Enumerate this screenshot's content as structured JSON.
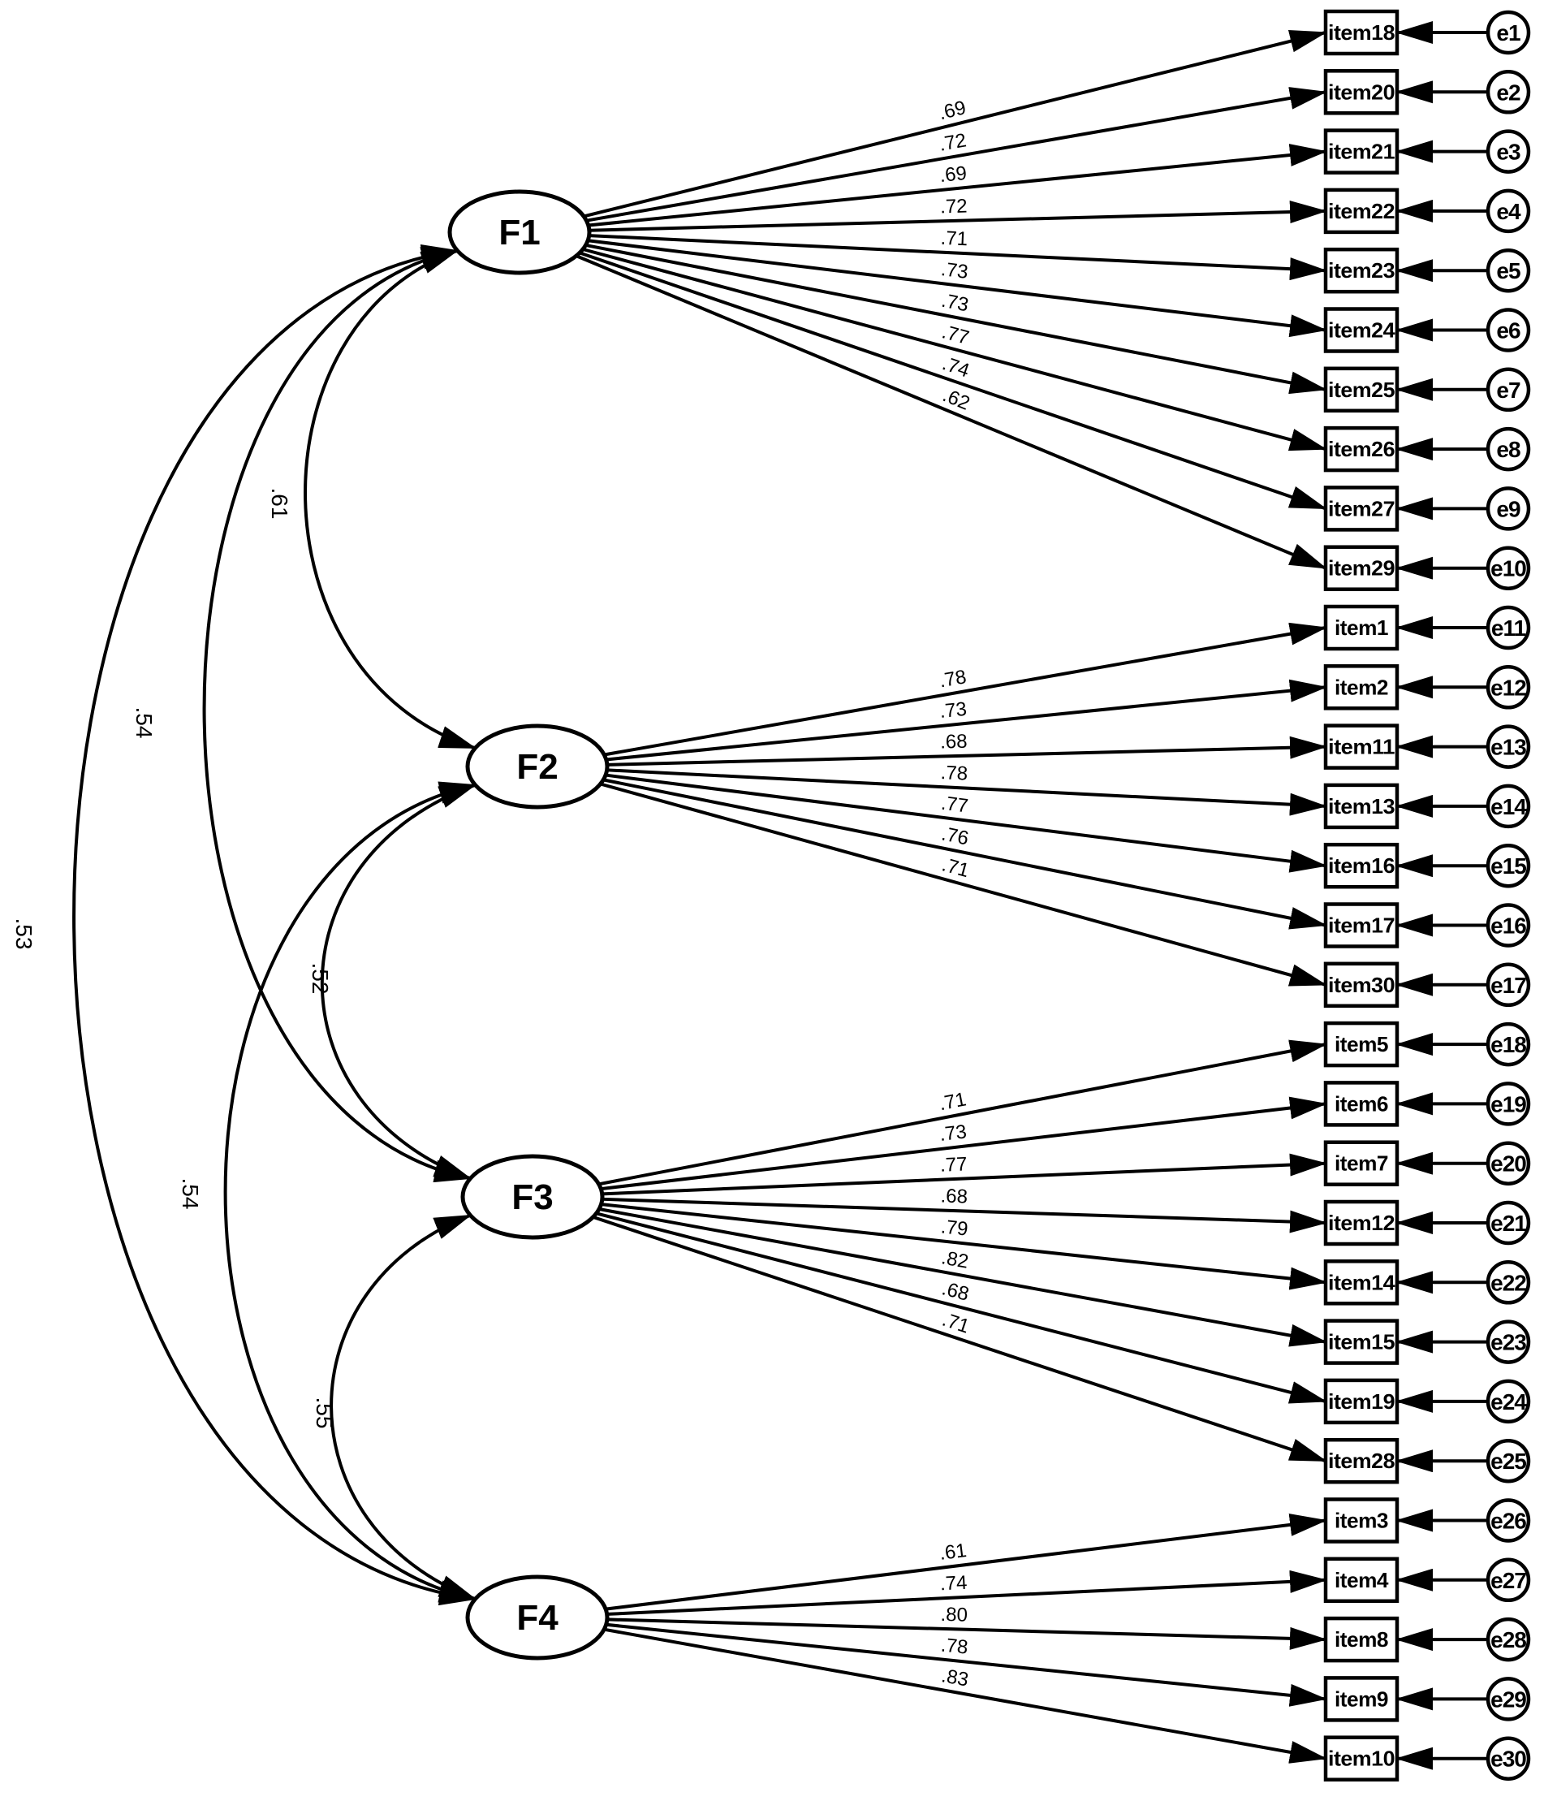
{
  "factors": [
    {
      "label": "F1",
      "items": [
        {
          "item": "item18",
          "error": "e1",
          "loading": ".69"
        },
        {
          "item": "item20",
          "error": "e2",
          "loading": ".72"
        },
        {
          "item": "item21",
          "error": "e3",
          "loading": ".69"
        },
        {
          "item": "item22",
          "error": "e4",
          "loading": ".72"
        },
        {
          "item": "item23",
          "error": "e5",
          "loading": ".71"
        },
        {
          "item": "item24",
          "error": "e6",
          "loading": ".73"
        },
        {
          "item": "item25",
          "error": "e7",
          "loading": ".73"
        },
        {
          "item": "item26",
          "error": "e8",
          "loading": ".77"
        },
        {
          "item": "item27",
          "error": "e9",
          "loading": ".74"
        },
        {
          "item": "item29",
          "error": "e10",
          "loading": ".62"
        }
      ]
    },
    {
      "label": "F2",
      "items": [
        {
          "item": "item1",
          "error": "e11",
          "loading": ".78"
        },
        {
          "item": "item2",
          "error": "e12",
          "loading": ".73"
        },
        {
          "item": "item11",
          "error": "e13",
          "loading": ".68"
        },
        {
          "item": "item13",
          "error": "e14",
          "loading": ".78"
        },
        {
          "item": "item16",
          "error": "e15",
          "loading": ".77"
        },
        {
          "item": "item17",
          "error": "e16",
          "loading": ".76"
        },
        {
          "item": "item30",
          "error": "e17",
          "loading": ".71"
        }
      ]
    },
    {
      "label": "F3",
      "items": [
        {
          "item": "item5",
          "error": "e18",
          "loading": ".71"
        },
        {
          "item": "item6",
          "error": "e19",
          "loading": ".73"
        },
        {
          "item": "item7",
          "error": "e20",
          "loading": ".77"
        },
        {
          "item": "item12",
          "error": "e21",
          "loading": ".68"
        },
        {
          "item": "item14",
          "error": "e22",
          "loading": ".79"
        },
        {
          "item": "item15",
          "error": "e23",
          "loading": ".82"
        },
        {
          "item": "item19",
          "error": "e24",
          "loading": ".68"
        },
        {
          "item": "item28",
          "error": "e25",
          "loading": ".71"
        }
      ]
    },
    {
      "label": "F4",
      "items": [
        {
          "item": "item3",
          "error": "e26",
          "loading": ".61"
        },
        {
          "item": "item4",
          "error": "e27",
          "loading": ".74"
        },
        {
          "item": "item8",
          "error": "e28",
          "loading": ".80"
        },
        {
          "item": "item9",
          "error": "e29",
          "loading": ".78"
        },
        {
          "item": "item10",
          "error": "e30",
          "loading": ".83"
        }
      ]
    }
  ],
  "covariances": [
    {
      "from": "F1",
      "to": "F2",
      "value": ".61"
    },
    {
      "from": "F1",
      "to": "F3",
      "value": ".54"
    },
    {
      "from": "F1",
      "to": "F4",
      "value": ".53"
    },
    {
      "from": "F2",
      "to": "F3",
      "value": ".52"
    },
    {
      "from": "F2",
      "to": "F4",
      "value": ".54"
    },
    {
      "from": "F3",
      "to": "F4",
      "value": ".55"
    }
  ]
}
